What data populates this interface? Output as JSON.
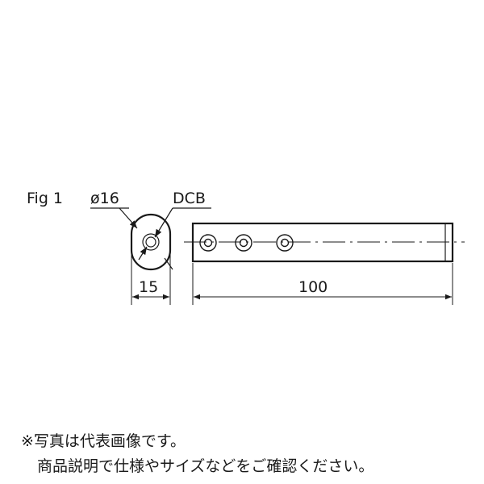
{
  "figure": {
    "label": "Fig 1",
    "diameter_callout": "ø16",
    "coolant_callout": "DCB",
    "width_dimension": "15",
    "length_dimension": "100"
  },
  "notes": {
    "line1": "※写真は代表画像です。",
    "line2": "商品説明で仕様やサイズなどをご確認ください。"
  },
  "colors": {
    "line": "#1a1a1a",
    "background": "#ffffff"
  }
}
